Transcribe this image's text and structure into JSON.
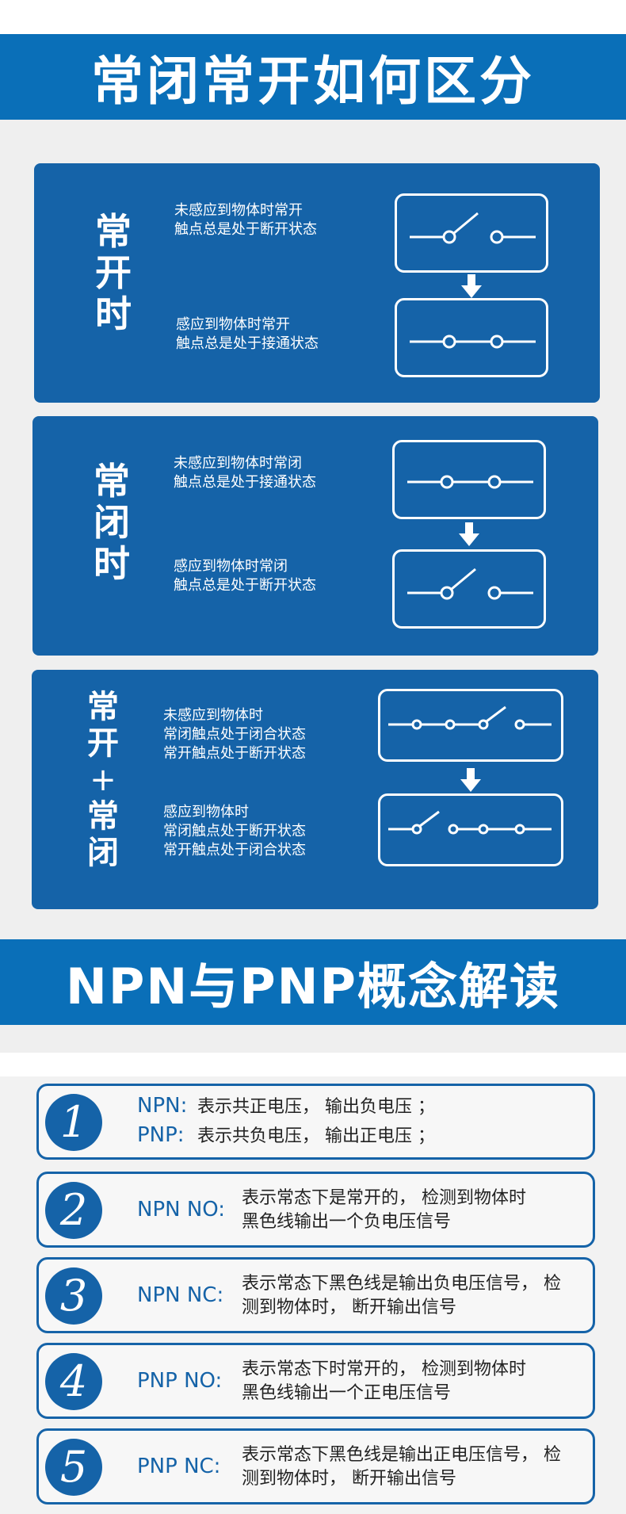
{
  "section1": {
    "title": "常闭常开如何区分",
    "panels": [
      {
        "title": [
          "常",
          "开",
          "时"
        ],
        "top_desc": [
          "未感应到物体时常开",
          "触点总是处于断开状态"
        ],
        "bottom_desc": [
          "感应到物体时常开",
          "触点总是处于接通状态"
        ],
        "top_switch": "open",
        "bottom_switch": "closed"
      },
      {
        "title": [
          "常",
          "闭",
          "时"
        ],
        "top_desc": [
          "未感应到物体时常闭",
          "触点总是处于接通状态"
        ],
        "bottom_desc": [
          "感应到物体时常闭",
          "触点总是处于断开状态"
        ],
        "top_switch": "closed",
        "bottom_switch": "open"
      },
      {
        "title": [
          "常",
          "开",
          "+",
          "常",
          "闭"
        ],
        "top_desc": [
          "未感应到物体时",
          "常闭触点处于闭合状态",
          "常开触点处于断开状态"
        ],
        "bottom_desc": [
          "感应到物体时",
          "常闭触点处于断开状态",
          "常开触点处于闭合状态"
        ],
        "top_switch": "closed-open",
        "bottom_switch": "open-closed"
      }
    ]
  },
  "section2": {
    "title": "NPN与PNP概念解读",
    "items": [
      {
        "num": "1",
        "lines": [
          {
            "code": "NPN:",
            "text": "表示共正电压， 输出负电压 ；"
          },
          {
            "code": "PNP:",
            "text": "表示共负电压， 输出正电压 ；"
          }
        ]
      },
      {
        "num": "2",
        "code": "NPN NO:",
        "text": [
          "表示常态下是常开的， 检测到物体时",
          "黑色线输出一个负电压信号"
        ]
      },
      {
        "num": "3",
        "code": "NPN NC:",
        "text": [
          "表示常态下黑色线是输出负电压信号， 检",
          "测到物体时， 断开输出信号"
        ]
      },
      {
        "num": "4",
        "code": "PNP NO:",
        "text": [
          "表示常态下时常开的， 检测到物体时",
          "黑色线输出一个正电压信号"
        ]
      },
      {
        "num": "5",
        "code": "PNP NC:",
        "text": [
          "表示常态下黑色线是输出正电压信号， 检",
          "测到物体时， 断开输出信号"
        ]
      }
    ]
  },
  "colors": {
    "banner": "#0a6fb8",
    "panel": "#1563a8",
    "text_dark": "#222222"
  }
}
